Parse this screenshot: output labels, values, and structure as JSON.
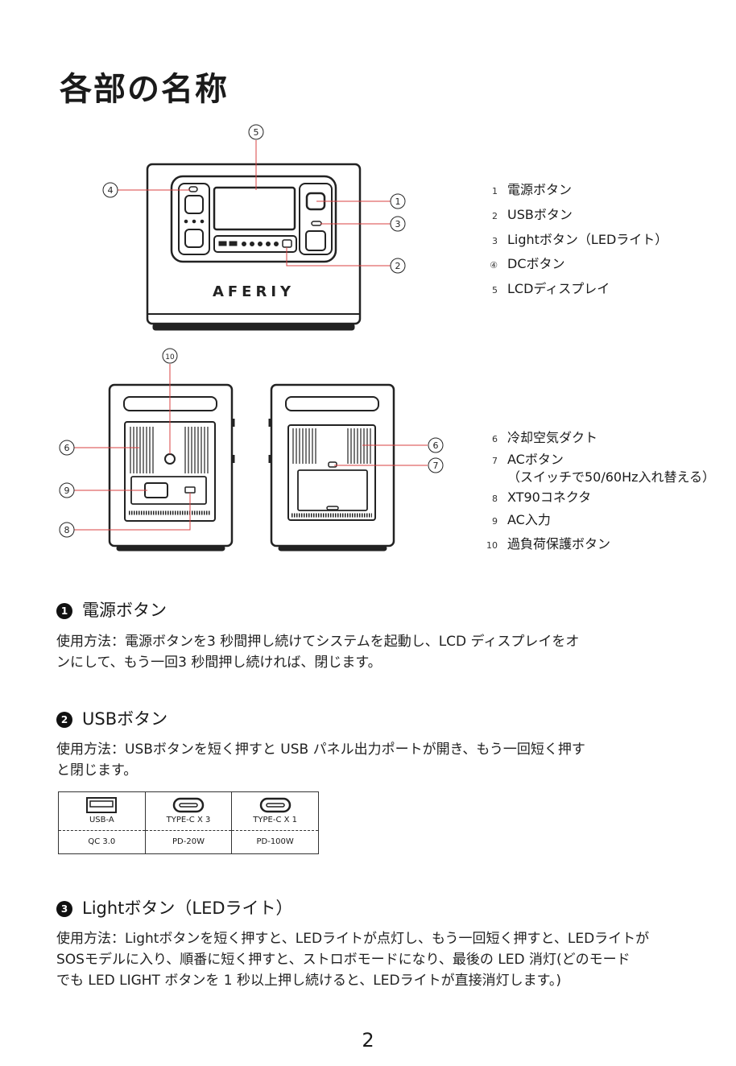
{
  "page_title": "各部の名称",
  "callouts": {
    "c1": "1",
    "c2": "2",
    "c3": "3",
    "c4": "4",
    "c5": "5",
    "c6": "6",
    "c7": "7",
    "c8": "8",
    "c9": "9",
    "c10": "10"
  },
  "brand": "AFERIY",
  "legend_top": [
    {
      "num": "1",
      "text": "電源ボタン"
    },
    {
      "num": "2",
      "text": "USBボタン"
    },
    {
      "num": "3",
      "text": "Lightボタン（LEDライト）"
    },
    {
      "num": "④",
      "text": "DCボタン"
    },
    {
      "num": "5",
      "text": "LCDディスプレイ"
    }
  ],
  "legend_bottom": [
    {
      "num": "6",
      "text": "冷却空気ダクト"
    },
    {
      "num": "7",
      "text": "ACボタン",
      "sub": "（スイッチで50/60Hz入れ替える）"
    },
    {
      "num": "8",
      "text": "XT90コネクタ"
    },
    {
      "num": "9",
      "text": "AC入力"
    },
    {
      "num": "10",
      "text": "過負荷保護ボタン"
    }
  ],
  "sections": [
    {
      "bullet": "1",
      "heading": "電源ボタン",
      "lines": [
        "使用方法：電源ボタンを3 秒間押し続けてシステムを起動し、LCD ディスプレイをオ",
        "ンにして、もう一回3 秒間押し続ければ、閉じます。"
      ]
    },
    {
      "bullet": "2",
      "heading": "USBボタン",
      "lines": [
        "使用方法：USBボタンを短く押すと USB パネル出力ポートが開き、もう一回短く押す",
        "と閉じます。"
      ]
    },
    {
      "bullet": "3",
      "heading": "Lightボタン（LEDライト）",
      "lines": [
        "使用方法：Lightボタンを短く押すと、LEDライトが点灯し、もう一回短く押すと、LEDライトが",
        "SOSモデルに入り、順番に短く押すと、ストロボモードになり、最後の LED 消灯(どのモード",
        "でも LED LIGHT ボタンを 1 秒以上押し続けると、LEDライトが直接消灯します。)"
      ]
    }
  ],
  "ports": [
    {
      "icon": "usb-a-icon",
      "label": "USB-A",
      "spec": "QC 3.0"
    },
    {
      "icon": "usb-c-icon",
      "label": "TYPE-C X 3",
      "spec": "PD-20W"
    },
    {
      "icon": "usb-c-icon",
      "label": "TYPE-C X 1",
      "spec": "PD-100W"
    }
  ],
  "page_number": "2"
}
